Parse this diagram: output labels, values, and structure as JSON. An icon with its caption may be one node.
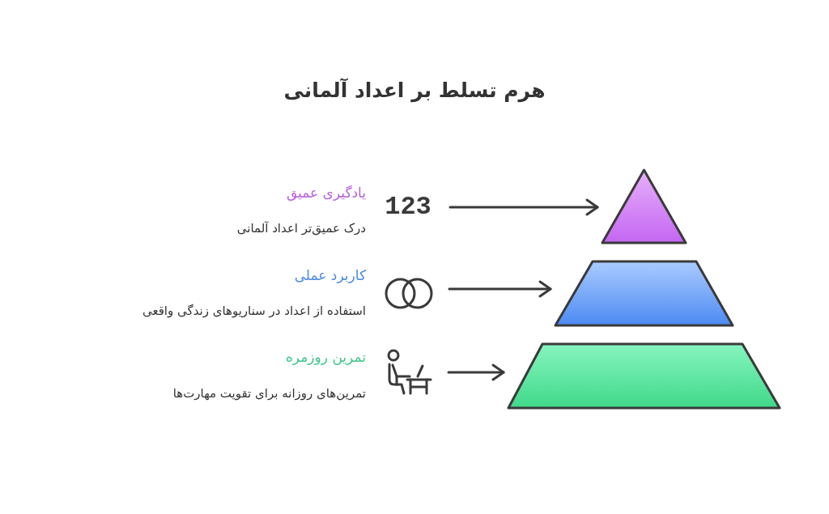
{
  "diagram": {
    "title": "هرم تسلط بر اعداد آلمانی",
    "nodes": [
      {
        "text": [
          "123"
        ],
        "beside": [
          "یادگیری عمیق",
          "درک عمیق‌تر اعداد آلمانی"
        ]
      },
      {
        "text": [],
        "shape": "circle",
        "beside": [
          "کاربرد عملی",
          "استفاده از اعداد در سناریوهای زندگی واقعی"
        ]
      },
      {
        "text": [],
        "shape": "person",
        "beside": [
          "تمرین روزمره",
          "تمرین‌های روزانه برای تقویت مهارت‌ها"
        ]
      },
      {
        "text": [],
        "shape": "triangle"
      },
      {
        "text": [],
        "shape": "trapezoid"
      },
      {
        "text": [],
        "shape": "trapezoid"
      }
    ],
    "edges": [
      {
        "from": 0,
        "to": 3,
        "arrow": "to"
      },
      {
        "from": 1,
        "to": 4,
        "arrow": "to"
      },
      {
        "from": 2,
        "to": 5,
        "arrow": "to"
      }
    ]
  }
}
